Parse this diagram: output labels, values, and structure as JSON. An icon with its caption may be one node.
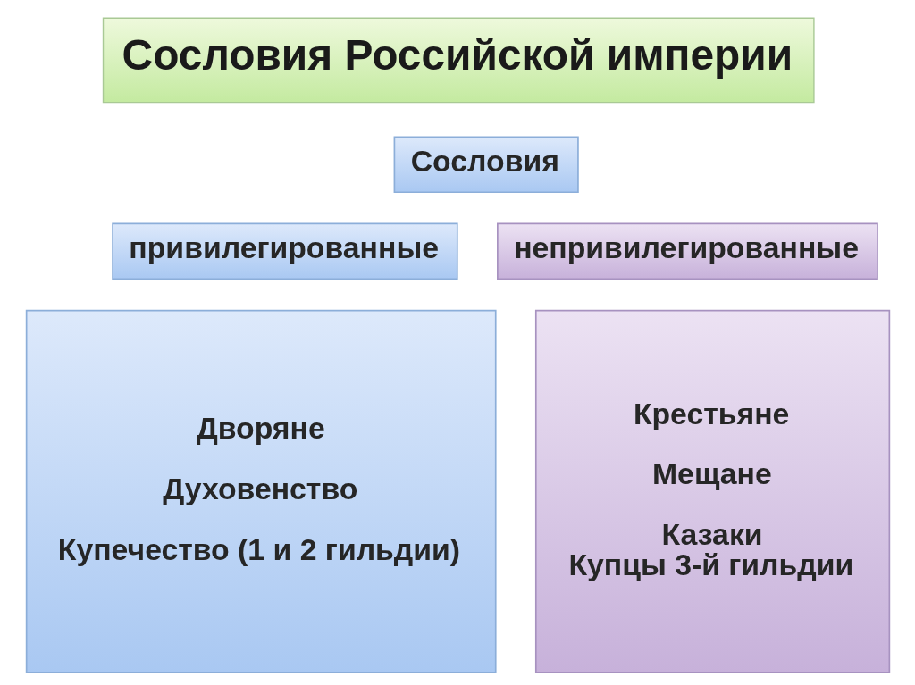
{
  "diagram": {
    "title": "Сословия Российской империи",
    "nodes": [
      {
        "text": [
          "Сословия"
        ]
      },
      {
        "text": [
          "привилегированные"
        ]
      },
      {
        "text": [
          "непривилегированные"
        ]
      },
      {
        "text": [
          "Дворяне",
          "Духовенство",
          "Купечество (1 и 2 гильдии)"
        ]
      },
      {
        "text": [
          "Крестьяне",
          "Мещане",
          "Казаки",
          "Купцы 3-й гильдии"
        ]
      }
    ]
  }
}
